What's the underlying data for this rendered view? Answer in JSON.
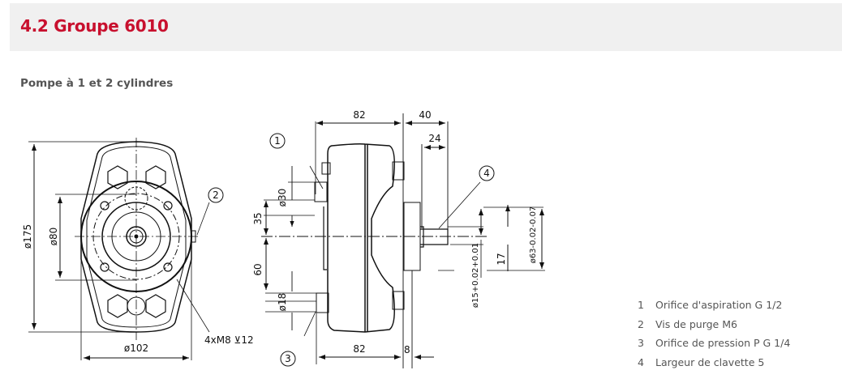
{
  "header": {
    "title": "4.2 Groupe 6010"
  },
  "subtitle": "Pompe à 1 et 2 cylindres",
  "drawing": {
    "front_view": {
      "dia_175": "ø175",
      "dia_80": "ø80",
      "dia_102": "ø102",
      "screws": "4xM8 ⊻12",
      "callout_2": "2"
    },
    "side_view": {
      "len_82_top": "82",
      "len_40": "40",
      "len_24": "24",
      "dia_30": "ø30",
      "h_35": "35",
      "h_60": "60",
      "dia_18": "ø18",
      "len_82_bottom": "82",
      "len_8": "8",
      "dia_15": "ø15+0.02+0.01",
      "h_17": "17",
      "dia_63": "ø63-0.02-0.07",
      "callout_1": "1",
      "callout_3": "3",
      "callout_4": "4"
    }
  },
  "legend": [
    {
      "num": "1",
      "text": "Orifice d'aspiration G 1/2"
    },
    {
      "num": "2",
      "text": "Vis de purge M6"
    },
    {
      "num": "3",
      "text": "Orifice de pression P G 1/4"
    },
    {
      "num": "4",
      "text": "Largeur de clavette 5"
    }
  ]
}
